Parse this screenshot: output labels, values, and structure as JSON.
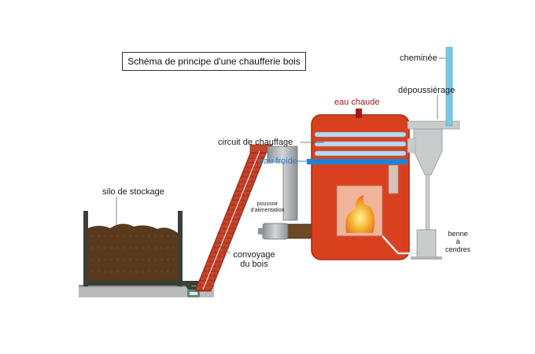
{
  "title": "Schéma de principe d'une chaufferie bois",
  "labels": {
    "silo": "silo de stockage",
    "convoyage_line1": "convoyage",
    "convoyage_line2": "du bois",
    "pousseur_line1": "poussoir",
    "pousseur_line2": "d'alimentation",
    "circuit": "circuit de chauffage",
    "eau_chaude": "eau chaude",
    "eau_froide": "eau froide",
    "cheminee": "cheminée",
    "depoussierage": "dépoussiérage",
    "benne_line1": "benne",
    "benne_line2": "à",
    "benne_line3": "cendres"
  },
  "colors": {
    "boiler": "#d9411e",
    "wood": "#5a3a1c",
    "silo_wall": "#3a3f38",
    "hot_water": "#a3171b",
    "cold_water": "#1c84d6",
    "duct": "#b7bcbf",
    "chimney": "#7cc7e6"
  }
}
